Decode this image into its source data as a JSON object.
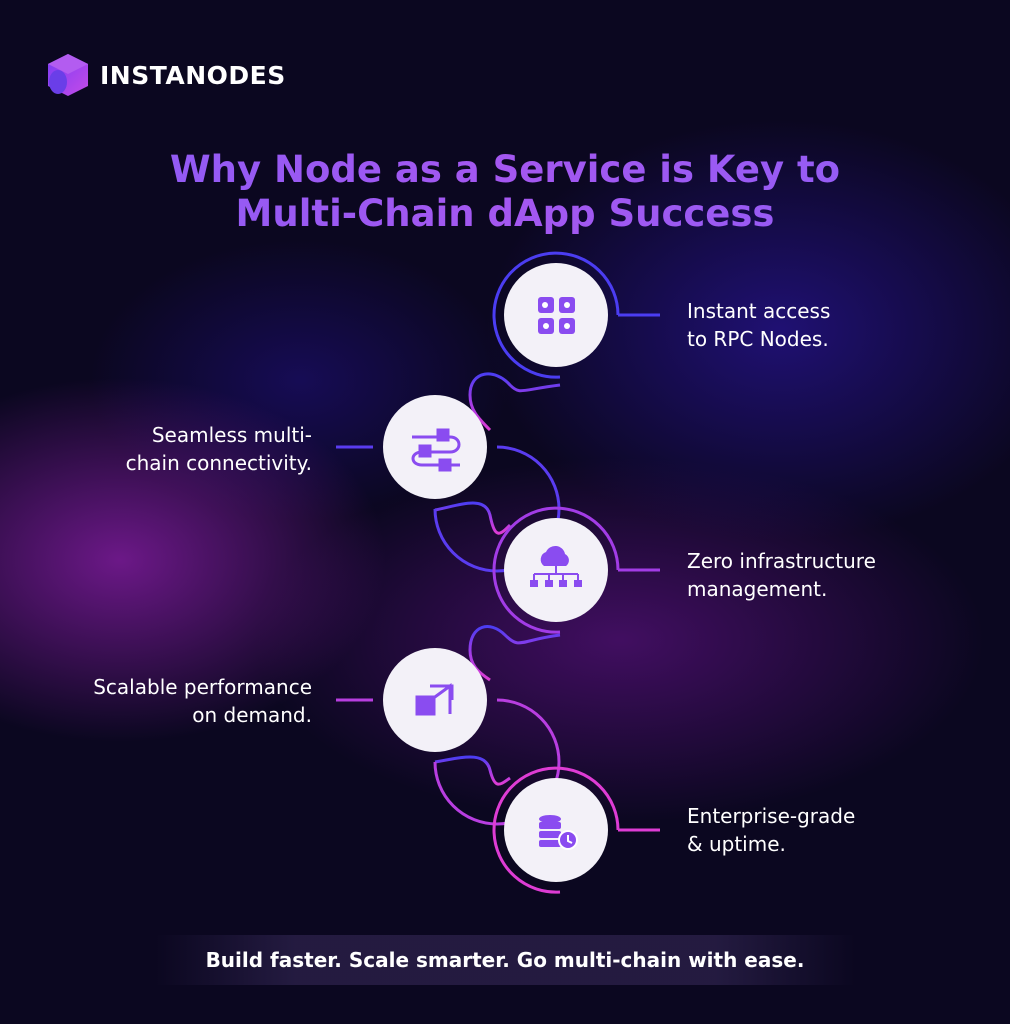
{
  "brand": {
    "name": "INSTANODES"
  },
  "title": {
    "line1": "Why Node as a Service is Key to",
    "line2": "Multi-Chain dApp Success"
  },
  "features": [
    {
      "line1": "Instant access",
      "line2": "to RPC Nodes.",
      "icon": "rpc-nodes-icon",
      "color": "#4b3df2"
    },
    {
      "line1": "Seamless multi-",
      "line2": "chain connectivity.",
      "icon": "connectivity-icon",
      "color": "#5a3cf0"
    },
    {
      "line1": "Zero infrastructure",
      "line2": "management.",
      "icon": "cloud-network-icon",
      "color": "#a23ce6"
    },
    {
      "line1": "Scalable performance",
      "line2": "on demand.",
      "icon": "scale-arrow-icon",
      "color": "#b83ee0"
    },
    {
      "line1": "Enterprise-grade",
      "line2": "& uptime.",
      "icon": "database-clock-icon",
      "color": "#d83cd6"
    }
  ],
  "footer": {
    "tagline": "Build faster. Scale smarter. Go multi-chain with ease."
  }
}
